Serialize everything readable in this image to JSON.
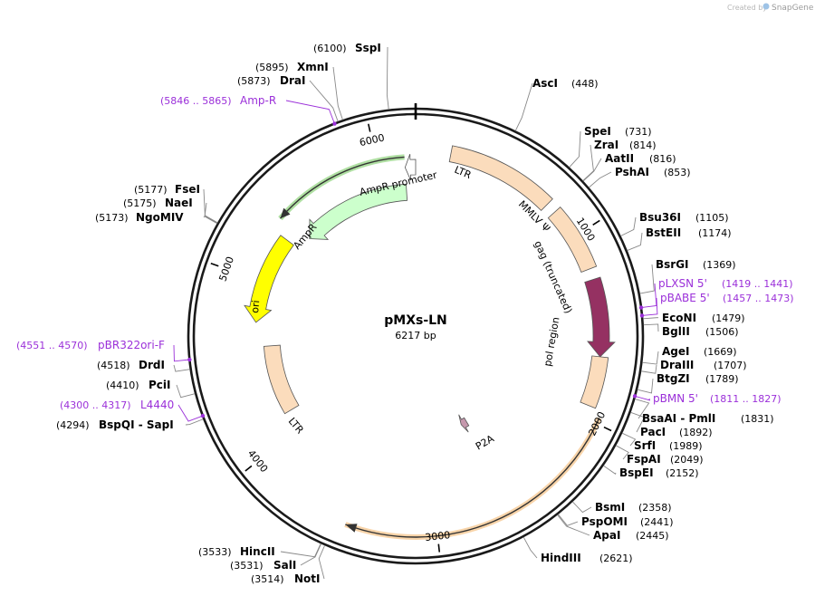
{
  "credit": {
    "prefix": "Created by",
    "brand": "SnapGene",
    "icon": "snapgene-logo-icon"
  },
  "plasmid": {
    "name": "pMXs-LN",
    "length_label": "6217 bp",
    "length": 6217
  },
  "ticks": [
    {
      "pos": 1000,
      "label": "1000"
    },
    {
      "pos": 2000,
      "label": "2000"
    },
    {
      "pos": 3000,
      "label": "3000"
    },
    {
      "pos": 4000,
      "label": "4000"
    },
    {
      "pos": 5000,
      "label": "5000"
    },
    {
      "pos": 6000,
      "label": "6000"
    }
  ],
  "features": [
    {
      "id": "ltr1",
      "label": "LTR",
      "kind": "box",
      "color": "#fbdcbc",
      "start": 189,
      "end": 777
    },
    {
      "id": "mmlv-psi",
      "label": "MMLV Ψ",
      "kind": "box",
      "color": "#fbdcbc",
      "start": 834,
      "end": 1190
    },
    {
      "id": "gag",
      "label": "gag (truncated)",
      "kind": "arrow",
      "color": "#953162",
      "start": 1249,
      "end": 1665
    },
    {
      "id": "pol",
      "label": "pol region",
      "kind": "box",
      "color": "#fbdcbc",
      "start": 1665,
      "end": 1932
    },
    {
      "id": "p2a",
      "label": "P2A",
      "kind": "arrow",
      "color": "#c698ad",
      "start": 2578,
      "end": 2639
    },
    {
      "id": "ltr2",
      "label": "LTR",
      "kind": "box",
      "color": "#fbdcbc",
      "start": 4133,
      "end": 4596
    },
    {
      "id": "ori",
      "label": "ori",
      "kind": "arrow-ccw",
      "color": "#ffff00",
      "start": 4747,
      "end": 5297
    },
    {
      "id": "ampr",
      "label": "AmpR",
      "kind": "arrow-ccw",
      "color": "#ccffcc",
      "start": 5397,
      "end": 6155
    },
    {
      "id": "ampr-promoter",
      "label": "AmpR promoter",
      "kind": "arrow-ccw",
      "color": "#ffffff",
      "start": 6155,
      "end": 6217
    }
  ],
  "neo_arc": {
    "start": 1970,
    "end": 3462,
    "color": "#f0a040",
    "direction": "cw"
  },
  "ampr_arc": {
    "start": 5370,
    "end": 6155,
    "color": "#4db831",
    "direction": "ccw"
  },
  "enzymes_right": [
    {
      "name": "AscI",
      "pos": "(448)",
      "site": 448
    },
    {
      "name": "SpeI",
      "pos": "(731)",
      "site": 731
    },
    {
      "name": "ZraI",
      "pos": "(814)",
      "site": 814
    },
    {
      "name": "AatII",
      "pos": "(816)",
      "site": 816
    },
    {
      "name": "PshAI",
      "pos": "(853)",
      "site": 853
    },
    {
      "name": "Bsu36I",
      "pos": "(1105)",
      "site": 1105
    },
    {
      "name": "BstEII",
      "pos": "(1174)",
      "site": 1174
    },
    {
      "name": "BsrGI",
      "pos": "(1369)",
      "site": 1369
    },
    {
      "name": "EcoNI",
      "pos": "(1479)",
      "site": 1479
    },
    {
      "name": "BglII",
      "pos": "(1506)",
      "site": 1506
    },
    {
      "name": "AgeI",
      "pos": "(1669)",
      "site": 1669
    },
    {
      "name": "DraIII",
      "pos": "(1707)",
      "site": 1707
    },
    {
      "name": "BtgZI",
      "pos": "(1789)",
      "site": 1789
    },
    {
      "name": "BsaAI  -  PmlI",
      "pos": "(1831)",
      "site": 1831
    },
    {
      "name": "PacI",
      "pos": "(1892)",
      "site": 1892
    },
    {
      "name": "SrfI",
      "pos": "(1989)",
      "site": 1989
    },
    {
      "name": "FspAI",
      "pos": "(2049)",
      "site": 2049
    },
    {
      "name": "BspEI",
      "pos": "(2152)",
      "site": 2152
    },
    {
      "name": "BsmI",
      "pos": "(2358)",
      "site": 2358
    },
    {
      "name": "PspOMI",
      "pos": "(2441)",
      "site": 2441
    },
    {
      "name": "ApaI",
      "pos": "(2445)",
      "site": 2445
    },
    {
      "name": "HindIII",
      "pos": "(2621)",
      "site": 2621
    }
  ],
  "enzymes_left": [
    {
      "name": "SspI",
      "pos": "(6100)",
      "site": 6100
    },
    {
      "name": "XmnI",
      "pos": "(5895)",
      "site": 5895
    },
    {
      "name": "DraI",
      "pos": "(5873)",
      "site": 5873
    },
    {
      "name": "FseI",
      "pos": "(5177)",
      "site": 5177
    },
    {
      "name": "NaeI",
      "pos": "(5175)",
      "site": 5175
    },
    {
      "name": "NgoMIV",
      "pos": "(5173)",
      "site": 5173
    },
    {
      "name": "DrdI",
      "pos": "(4518)",
      "site": 4518
    },
    {
      "name": "PciI",
      "pos": "(4410)",
      "site": 4410
    },
    {
      "name": "BspQI  -  SapI",
      "pos": "(4294)",
      "site": 4294
    },
    {
      "name": "HincII",
      "pos": "(3533)",
      "site": 3533
    },
    {
      "name": "SalI",
      "pos": "(3531)",
      "site": 3531
    },
    {
      "name": "NotI",
      "pos": "(3514)",
      "site": 3514
    }
  ],
  "primers": [
    {
      "name": "Amp-R",
      "range": "(5846 .. 5865)",
      "site": 5856
    },
    {
      "name": "pLXSN 5'",
      "range": "(1419 .. 1441)",
      "site": 1430
    },
    {
      "name": "pBABE 5'",
      "range": "(1457 .. 1473)",
      "site": 1465
    },
    {
      "name": "pBMN 5'",
      "range": "(1811 .. 1827)",
      "site": 1819
    },
    {
      "name": "pBR322ori-F",
      "range": "(4551 .. 4570)",
      "site": 4560
    },
    {
      "name": "L4440",
      "range": "(4300 .. 4317)",
      "site": 4308
    }
  ]
}
